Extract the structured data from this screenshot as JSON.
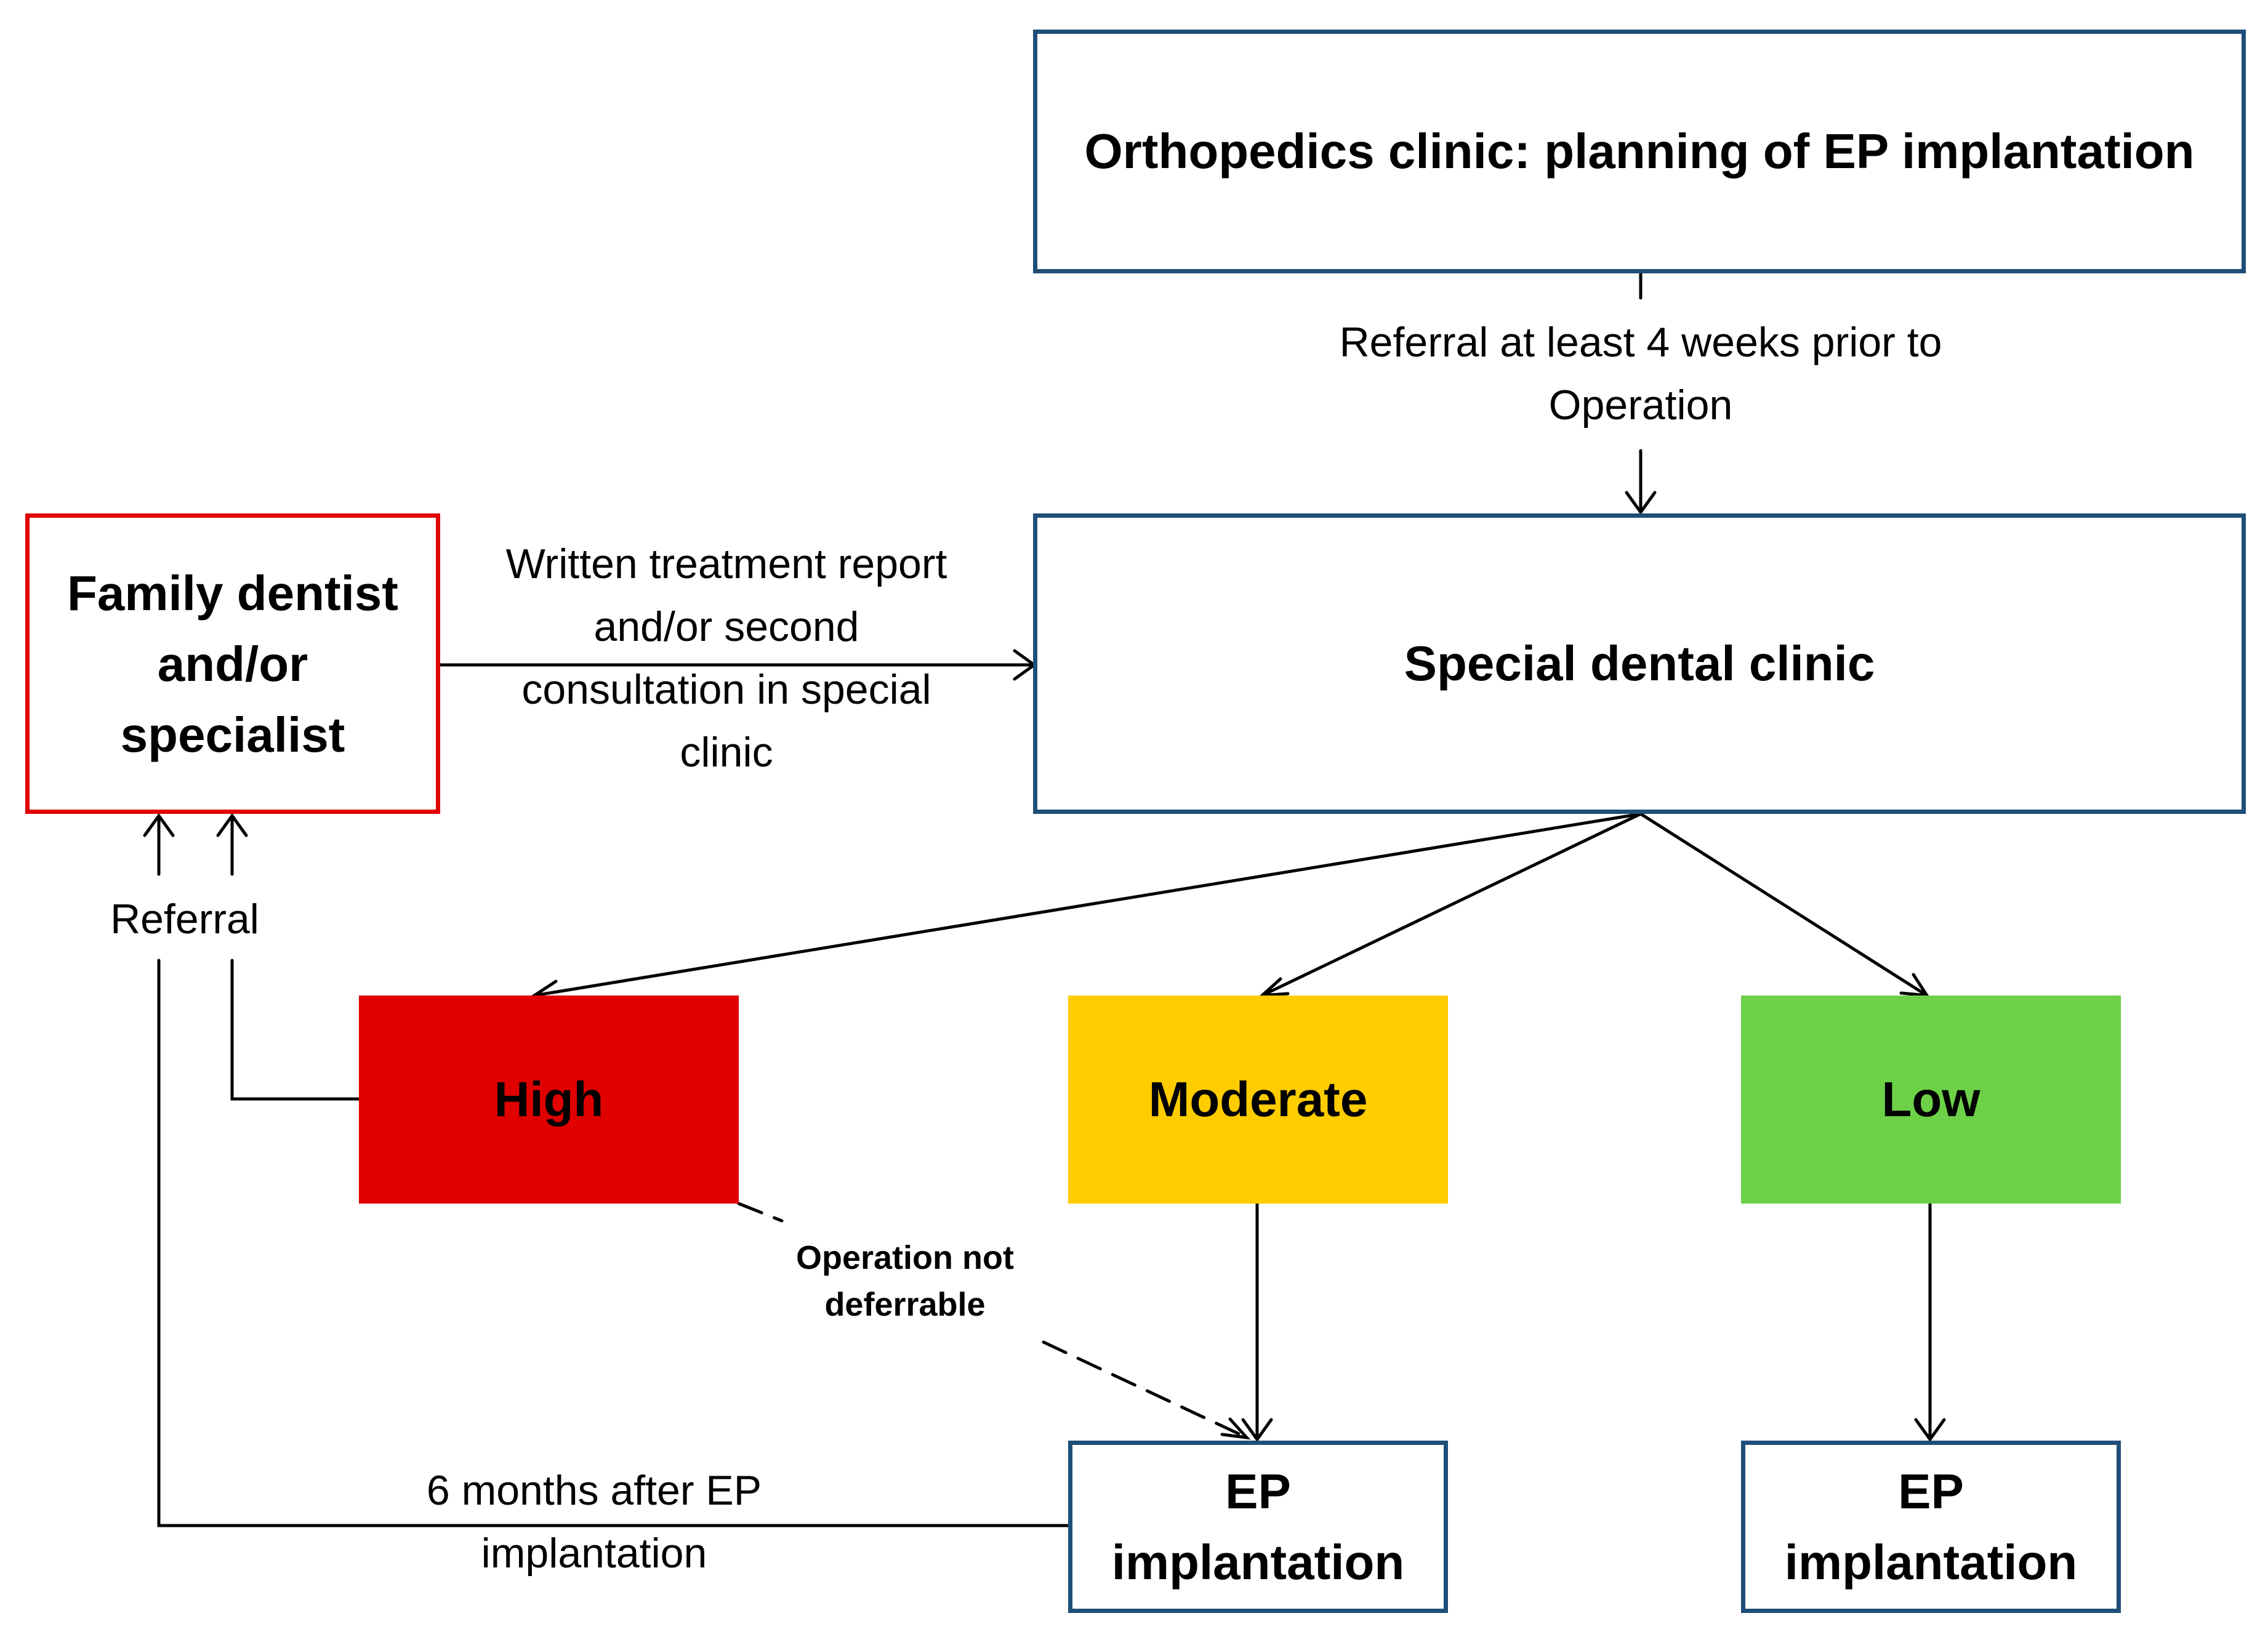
{
  "boxes": {
    "orthopedics": "Orthopedics clinic: planning of EP implantation",
    "special_dental": "Special dental clinic",
    "family_dentist": "Family dentist and/or specialist",
    "risk_high": "High",
    "risk_moderate": "Moderate",
    "risk_low": "Low",
    "ep_implantation_moderate": "EP implantation",
    "ep_implantation_low": "EP implantation"
  },
  "labels": {
    "referral_timing": "Referral at least 4 weeks prior to Operation",
    "written_report": "Written treatment report and/or second consultation in special clinic",
    "referral": "Referral",
    "operation_not_deferrable": "Operation not deferrable",
    "six_months": "6 months after EP implantation"
  },
  "colors": {
    "box_border_blue": "#1f4e79",
    "box_border_red": "#e00000",
    "high_fill": "#e00000",
    "moderate_fill": "#ffcc00",
    "low_fill": "#6dd148",
    "line": "#000000"
  }
}
